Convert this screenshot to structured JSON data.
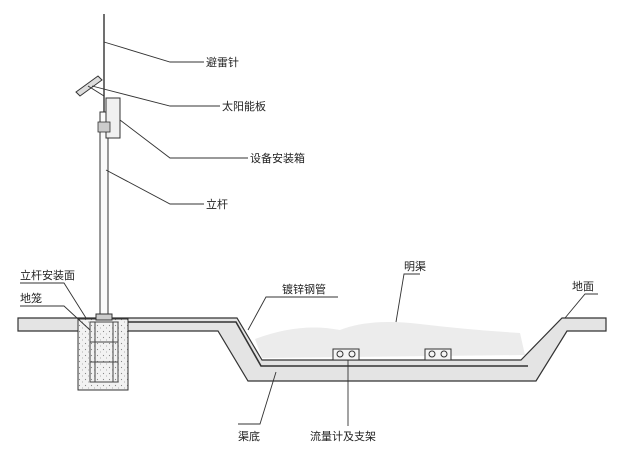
{
  "diagram": {
    "labels": {
      "lightning_rod": "避雷针",
      "solar_panel": "太阳能板",
      "equipment_box": "设备安装箱",
      "pole": "立杆",
      "pole_mount_surface": "立杆安装面",
      "ground_cage": "地笼",
      "galvanized_pipe": "镀锌钢管",
      "open_channel": "明渠",
      "ground_surface": "地面",
      "channel_bottom": "渠底",
      "flowmeter_and_bracket": "流量计及支架"
    },
    "colors": {
      "line": "#333333",
      "ground_fill": "#e4e4e4",
      "water_fill": "#ececec",
      "concrete_fill": "#f2f2f2"
    }
  }
}
